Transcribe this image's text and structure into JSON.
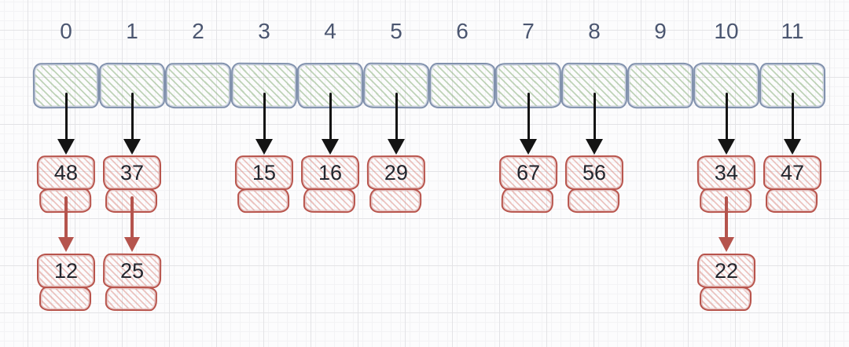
{
  "diagram": {
    "kind": "hash-table-separate-chaining",
    "bucket_count": 12
  },
  "colors": {
    "background": "#fcfcfd",
    "grid_minor": "#f3f3f5",
    "grid_major": "#e3e3e6",
    "array_cell_border": "#8191ad",
    "array_cell_hatch": "#8db280",
    "index_text": "#4b5670",
    "node_border": "#b8544c",
    "node_hatch": "#d97f76",
    "node_text": "#23262e",
    "arrow_black": "#141414",
    "arrow_red": "#b5544d"
  },
  "buckets": [
    {
      "index": "0",
      "chain": [
        "48",
        "12"
      ]
    },
    {
      "index": "1",
      "chain": [
        "37",
        "25"
      ]
    },
    {
      "index": "2",
      "chain": []
    },
    {
      "index": "3",
      "chain": [
        "15"
      ]
    },
    {
      "index": "4",
      "chain": [
        "16"
      ]
    },
    {
      "index": "5",
      "chain": [
        "29"
      ]
    },
    {
      "index": "6",
      "chain": []
    },
    {
      "index": "7",
      "chain": [
        "67"
      ]
    },
    {
      "index": "8",
      "chain": [
        "56"
      ]
    },
    {
      "index": "9",
      "chain": []
    },
    {
      "index": "10",
      "chain": [
        "34",
        "22"
      ]
    },
    {
      "index": "11",
      "chain": [
        "47"
      ]
    }
  ]
}
